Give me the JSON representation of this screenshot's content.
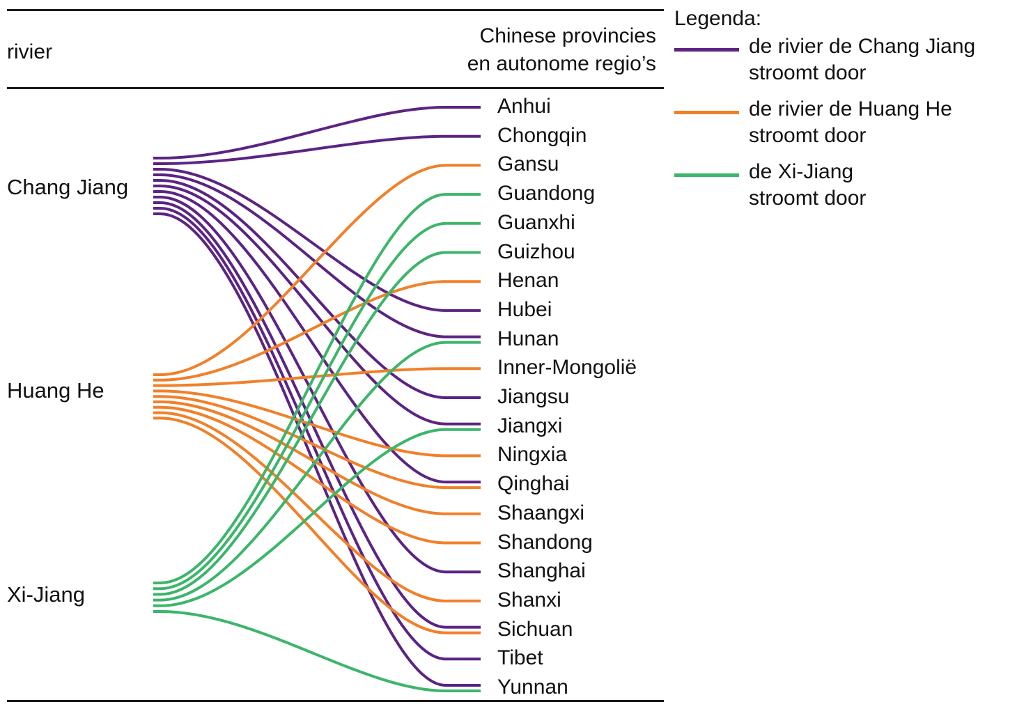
{
  "header": {
    "left": "rivier",
    "right_line1": "Chinese provincies",
    "right_line2": "en autonome regio’s"
  },
  "colors": {
    "chang_jiang": "#5b2483",
    "huang_he": "#f0802a",
    "xi_jiang": "#3db56a",
    "rule": "#1a1a1a"
  },
  "rivers": [
    {
      "id": "chang_jiang",
      "label": "Chang Jiang",
      "color": "#5b2483"
    },
    {
      "id": "huang_he",
      "label": "Huang He",
      "color": "#f0802a"
    },
    {
      "id": "xi_jiang",
      "label": "Xi-Jiang",
      "color": "#3db56a"
    }
  ],
  "provinces": [
    "Anhui",
    "Chongqin",
    "Gansu",
    "Guandong",
    "Guanxhi",
    "Guizhou",
    "Henan",
    "Hubei",
    "Hunan",
    "Inner-Mongolië",
    "Jiangsu",
    "Jiangxi",
    "Ningxia",
    "Qinghai",
    "Shaangxi",
    "Shandong",
    "Shanghai",
    "Shanxi",
    "Sichuan",
    "Tibet",
    "Yunnan"
  ],
  "connections": {
    "chang_jiang": [
      "Anhui",
      "Chongqin",
      "Hubei",
      "Hunan",
      "Jiangsu",
      "Jiangxi",
      "Qinghai",
      "Shanghai",
      "Sichuan",
      "Tibet",
      "Yunnan"
    ],
    "huang_he": [
      "Gansu",
      "Henan",
      "Inner-Mongolië",
      "Ningxia",
      "Qinghai",
      "Shaangxi",
      "Shandong",
      "Shanxi",
      "Sichuan"
    ],
    "xi_jiang": [
      "Guandong",
      "Guanxhi",
      "Guizhou",
      "Hunan",
      "Jiangxi",
      "Yunnan"
    ]
  },
  "legend": {
    "title": "Legenda:",
    "items": [
      {
        "color": "#5b2483",
        "line1": "de rivier de Chang Jiang",
        "line2": "stroomt door"
      },
      {
        "color": "#f0802a",
        "line1": "de rivier de Huang He",
        "line2": "stroomt door"
      },
      {
        "color": "#3db56a",
        "line1": "de Xi-Jiang",
        "line2": "stroomt door"
      }
    ]
  }
}
